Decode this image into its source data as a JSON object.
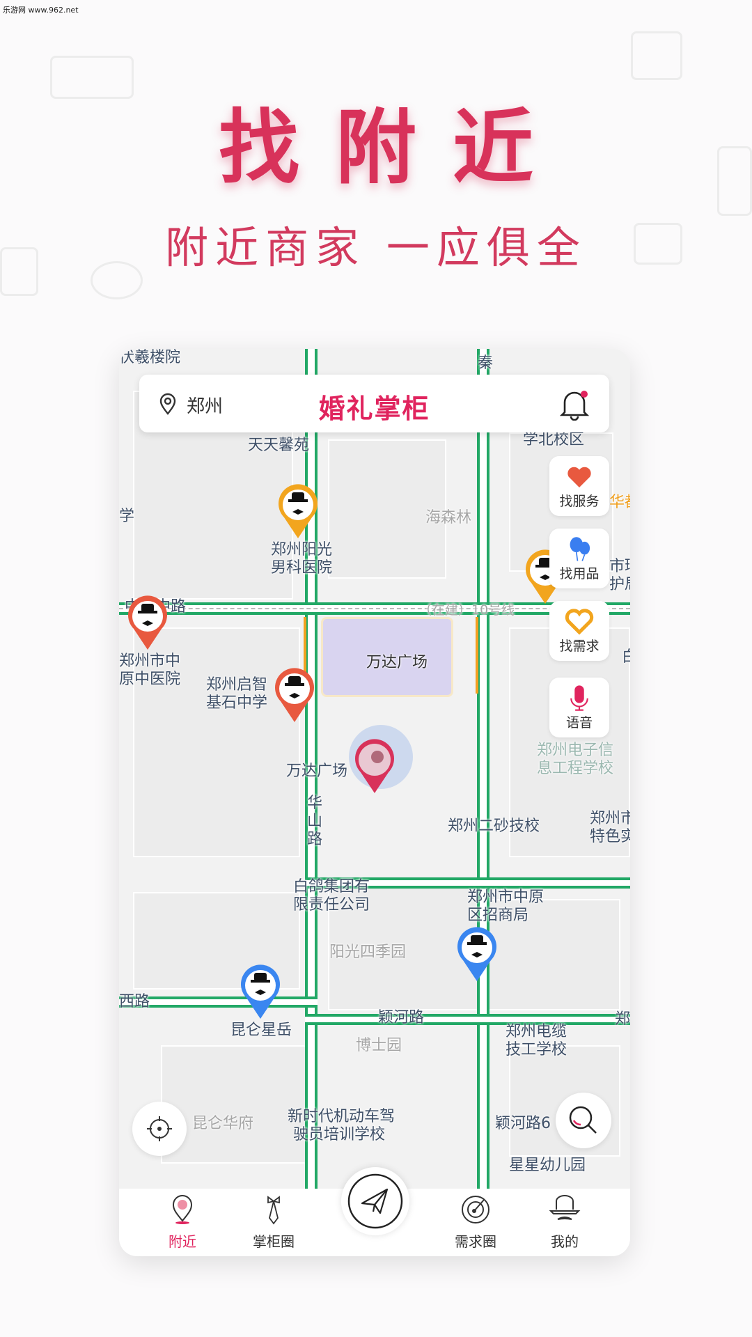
{
  "watermark": "乐游网 www.962.net",
  "banner": {
    "title": "找附近",
    "subtitle": "附近商家 一应俱全"
  },
  "header": {
    "city": "郑州",
    "app_title": "婚礼掌柜"
  },
  "side_buttons": [
    {
      "label": "找服务",
      "icon": "heart-icon"
    },
    {
      "label": "找用品",
      "icon": "balloon-icon"
    },
    {
      "label": "找需求",
      "icon": "handshake-heart-icon"
    },
    {
      "label": "语音",
      "icon": "microphone-icon"
    }
  ],
  "map": {
    "labels": [
      "伏羲楼院",
      "秦",
      "学北校区",
      "天天馨苑",
      "学",
      "海森林",
      "郑州阳光",
      "男科医院",
      "华都",
      "市环",
      "护局",
      "中原中路",
      "（在建）10号线",
      "郑州市中",
      "原中医院",
      "郑州启智",
      "基石中学",
      "万达广场",
      "郑州电子信",
      "息工程学校",
      "万达广场",
      "华",
      "山",
      "路",
      "郑州二砂技校",
      "郑州市",
      "特色实",
      "白鸽集团有",
      "限责任公司",
      "郑州市中原",
      "区招商局",
      "阳光四季园",
      "西路",
      "昆仑星岳",
      "颖河路",
      "郑州电缆",
      "技工学校",
      "博士园",
      "新时代机动车驾",
      "驶员培训学校",
      "昆仑华府",
      "颖河路6",
      "星星幼儿园",
      "白",
      "郑"
    ]
  },
  "nav": [
    {
      "label": "附近",
      "active": true
    },
    {
      "label": "掌柜圈"
    },
    {
      "label": "需求圈"
    },
    {
      "label": "我的"
    }
  ],
  "colors": {
    "accent": "#e0245e",
    "road": "#22a866",
    "pin_orange": "#f2a51e",
    "pin_red": "#e8593f",
    "pin_blue": "#3a86f0"
  }
}
